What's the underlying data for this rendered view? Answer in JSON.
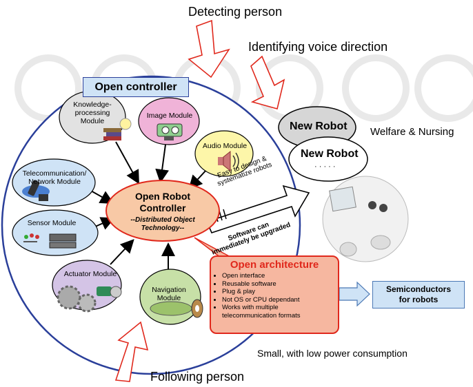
{
  "top": {
    "detecting_person": "Detecting person",
    "identifying_voice": "Identifying voice direction"
  },
  "open_controller_label": "Open controller",
  "modules": {
    "knowledge": [
      "Knowledge-",
      "processing",
      "Module"
    ],
    "image": "Image Module",
    "audio": "Audio Module",
    "telecom": [
      "Telecommunication/",
      "Network Module"
    ],
    "sensor": "Sensor Module",
    "actuator": "Actuator Module",
    "navigation": [
      "Navigation",
      "Module"
    ]
  },
  "orc": {
    "title_1": "Open Robot",
    "title_2": "Controller",
    "sub_1": "--Distributed Object",
    "sub_2": "Technology--"
  },
  "arrow_text": {
    "easy_1": "Easy to design &",
    "easy_2": "systematize robots",
    "soft_1": "Software can",
    "soft_2": "immediately be upgraded"
  },
  "new_robot": {
    "back": "New Robot",
    "front": "New Robot",
    "dots": "· · · · ·"
  },
  "welfare": "Welfare & Nursing",
  "architecture": {
    "title": "Open architecture",
    "items": [
      "Open interface",
      "Reusable software",
      "Plug & play",
      "Not OS or CPU dependant",
      "Works with multiple",
      "telecommunication formats"
    ]
  },
  "semiconductors": [
    "Semiconductors",
    "for robots"
  ],
  "small": "Small, with low power consumption",
  "following_person": "Following person",
  "colors": {
    "circle_border": "#2a3f9a",
    "red": "#e0281c",
    "orange_fill": "#f8c9a6",
    "knowledge": "#e2e2e2",
    "image": "#f0b3d8",
    "audio": "#fdf6a9",
    "telecom": "#cfe3f6",
    "sensor": "#cfe3f6",
    "actuator": "#d4c4e6",
    "navigation": "#c7e0a7"
  }
}
